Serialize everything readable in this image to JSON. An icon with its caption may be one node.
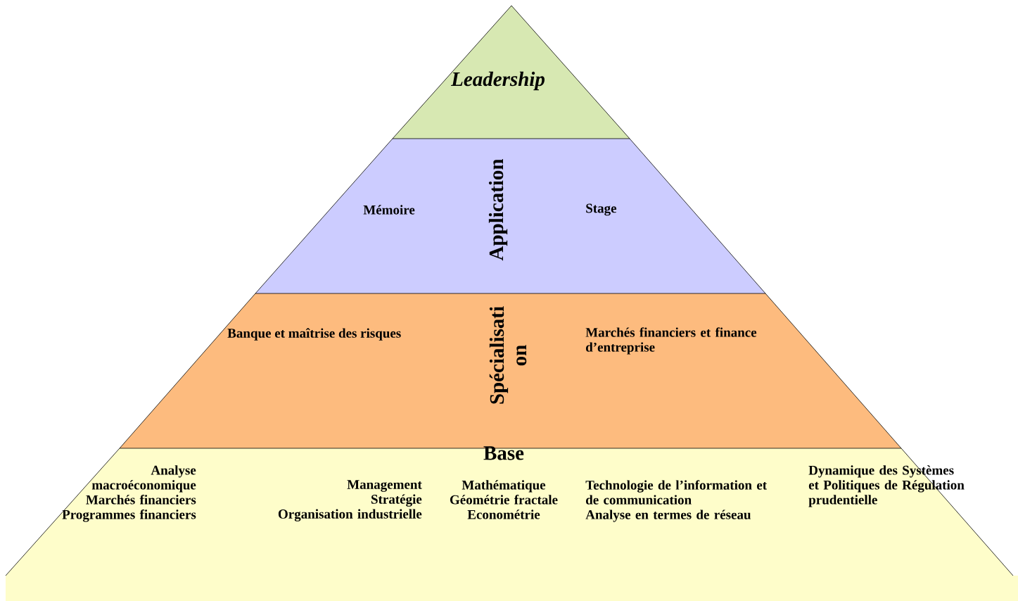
{
  "diagram": {
    "nodes": [
      {
        "text": [
          "Leadership"
        ]
      },
      {
        "text": [
          "Application",
          "Mémoire",
          "Stage"
        ]
      },
      {
        "text": [
          "Spécialisati on",
          "Banque et maîtrise des risques",
          "Marchés financiers et finance d’entreprise"
        ]
      },
      {
        "text": [
          "Base",
          "Analyse macroéconomique",
          "Marchés financiers",
          "Programmes financiers",
          "Management",
          "Stratégie",
          "Organisation industrielle",
          "Mathématique",
          "Géométrie fractale",
          "Econométrie",
          "Technologie de l’information et de communication",
          "Analyse en termes de réseau",
          "Dynamique des Systèmes et Politiques de Régulation prudentielle"
        ]
      }
    ]
  }
}
